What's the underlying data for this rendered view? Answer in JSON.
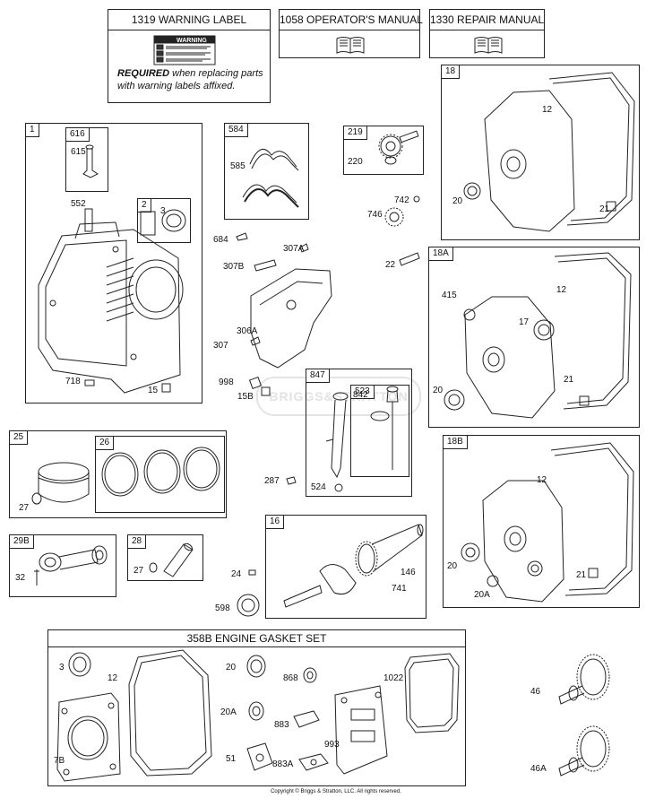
{
  "header_boxes": [
    {
      "text": "1319 WARNING LABEL"
    },
    {
      "text": "1058 OPERATOR'S MANUAL"
    },
    {
      "text": "1330 REPAIR MANUAL"
    }
  ],
  "warning": {
    "label_title": "WARNING",
    "required": "REQUIRED",
    "required_text": " when replacing parts",
    "required_text2": "with warning labels affixed."
  },
  "box_numbers": {
    "b1": "1",
    "b616": "616",
    "b2": "2",
    "b584": "584",
    "b219": "219",
    "b18": "18",
    "b18A": "18A",
    "b847": "847",
    "b523": "523",
    "b25": "25",
    "b26": "26",
    "b18B": "18B",
    "b16": "16",
    "b29B": "29B",
    "b28": "28"
  },
  "gasket_set_title": "358B ENGINE GASKET SET",
  "callouts": {
    "c615": "615",
    "c552": "552",
    "c3": "3",
    "c718": "718",
    "c15": "15",
    "c585": "585",
    "c684": "684",
    "c307A": "307A",
    "c307B": "307B",
    "c306A": "306A",
    "c307": "307",
    "c220": "220",
    "c742": "742",
    "c746": "746",
    "c22": "22",
    "c998": "998",
    "c15B": "15B",
    "c842": "842",
    "c287": "287",
    "c524": "524",
    "c12a": "12",
    "c20a": "20",
    "c21a": "21",
    "c415": "415",
    "c12b": "12",
    "c17": "17",
    "c20b": "20",
    "c21b": "21",
    "c27a": "27",
    "c32": "32",
    "c27b": "27",
    "c24": "24",
    "c598": "598",
    "c146": "146",
    "c741": "741",
    "c12c": "12",
    "c20c": "20",
    "c21c": "21",
    "c20Ac": "20A",
    "g3": "3",
    "g12": "12",
    "g7B": "7B",
    "g20": "20",
    "g20A": "20A",
    "g51": "51",
    "g868": "868",
    "g883": "883",
    "g883A": "883A",
    "g993": "993",
    "g1022": "1022",
    "g46": "46",
    "g46A": "46A"
  },
  "watermark": "BRIGGS&STRATTON",
  "copyright": "Copyright © Briggs & Stratton, LLC. All rights reserved."
}
